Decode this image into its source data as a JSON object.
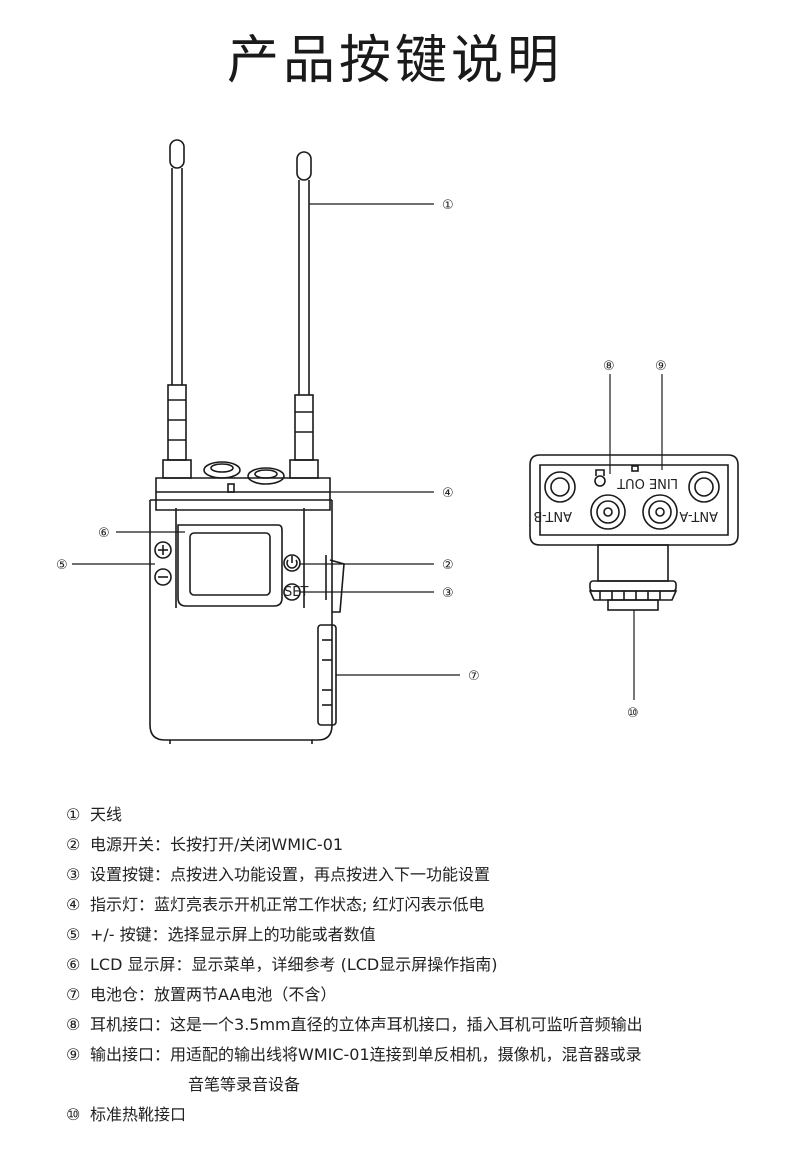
{
  "title": "产品按键说明",
  "callouts": [
    "①",
    "②",
    "③",
    "④",
    "⑤",
    "⑥",
    "⑦",
    "⑧",
    "⑨",
    "⑩"
  ],
  "device_labels": {
    "ant_b": "ANT-B",
    "ant_a": "ANT-A",
    "line_out": "LINE OUT",
    "set": "SET"
  },
  "items": [
    {
      "num": "①",
      "label": "天线",
      "desc": ""
    },
    {
      "num": "②",
      "label": "电源开关：",
      "desc": " 长按打开/关闭WMIC-01"
    },
    {
      "num": "③",
      "label": "设置按键：",
      "desc": "点按进入功能设置，再点按进入下一功能设置"
    },
    {
      "num": "④",
      "label": "指示灯：",
      "desc": " 蓝灯亮表示开机正常工作状态; 红灯闪表示低电"
    },
    {
      "num": "⑤",
      "label": "+/- 按键：",
      "desc": "选择显示屏上的功能或者数值"
    },
    {
      "num": "⑥",
      "label": "LCD 显示屏：",
      "desc": "显示菜单，详细参考 (LCD显示屏操作指南)"
    },
    {
      "num": "⑦",
      "label": "电池仓：",
      "desc": "放置两节AA电池（不含）"
    },
    {
      "num": "⑧",
      "label": "耳机接口：",
      "desc": "这是一个3.5mm直径的立体声耳机接口，插入耳机可监听音频输出"
    },
    {
      "num": "⑨",
      "label": "输出接口：",
      "desc": "用适配的输出线将WMIC-01连接到单反相机，摄像机，混音器或录"
    },
    {
      "num": "⑩",
      "label": "标准热靴接口",
      "desc": ""
    }
  ],
  "item9_continuation": "音笔等录音设备"
}
